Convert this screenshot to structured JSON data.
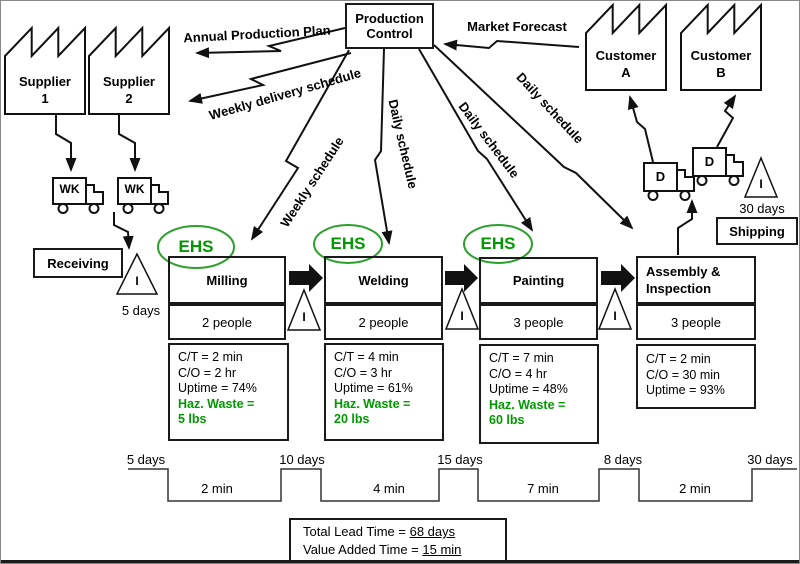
{
  "production_control": {
    "line1": "Production",
    "line2": "Control"
  },
  "suppliers": [
    {
      "line1": "Supplier",
      "line2": "1"
    },
    {
      "line1": "Supplier",
      "line2": "2"
    }
  ],
  "customers": [
    {
      "line1": "Customer",
      "line2": "A"
    },
    {
      "line1": "Customer",
      "line2": "B"
    }
  ],
  "info_labels": {
    "annual_production_plan": "Annual Production Plan",
    "market_forecast": "Market Forecast",
    "weekly_delivery_schedule": "Weekly delivery schedule",
    "weekly_schedule": "Weekly schedule",
    "daily_schedule_welding": "Daily schedule",
    "daily_schedule_painting": "Daily schedule",
    "daily_schedule_shipping": "Daily schedule"
  },
  "trucks": {
    "supplier_truck_label": "WK",
    "customer_truck_label": "D"
  },
  "stations": {
    "receiving": "Receiving",
    "shipping": "Shipping"
  },
  "inventory": {
    "symbol": "I",
    "receiving_days": "5 days",
    "shipping_days": "30 days"
  },
  "ehs_label": "EHS",
  "processes": [
    {
      "name": "Milling",
      "name2": "",
      "people": "2 people",
      "metrics": [
        "C/T = 2 min",
        "C/O = 2 hr",
        "Uptime = 74%"
      ],
      "haz_label": "Haz. Waste =",
      "haz_value": "5 lbs"
    },
    {
      "name": "Welding",
      "name2": "",
      "people": "2 people",
      "metrics": [
        "C/T = 4 min",
        "C/O = 3 hr",
        "Uptime = 61%"
      ],
      "haz_label": "Haz. Waste =",
      "haz_value": "20 lbs"
    },
    {
      "name": "Painting",
      "name2": "",
      "people": "3 people",
      "metrics": [
        "C/T = 7 min",
        "C/O = 4 hr",
        "Uptime = 48%"
      ],
      "haz_label": "Haz. Waste =",
      "haz_value": "60 lbs"
    },
    {
      "name": "Assembly &",
      "name2": "Inspection",
      "people": "3 people",
      "metrics": [
        "C/T = 2 min",
        "C/O = 30 min",
        "Uptime = 93%"
      ],
      "haz_label": "",
      "haz_value": ""
    }
  ],
  "timeline": {
    "day_labels": [
      "5 days",
      "10 days",
      "15 days",
      "8 days",
      "30 days"
    ],
    "min_labels": [
      "2 min",
      "4 min",
      "7 min",
      "2 min"
    ]
  },
  "summary": {
    "lead_time_label": "Total Lead Time = ",
    "lead_time_value": "68 days",
    "value_added_label": "Value Added Time = ",
    "value_added_value": "15 min"
  },
  "colors": {
    "accent_green": "#009900",
    "line_black": "#111111"
  }
}
